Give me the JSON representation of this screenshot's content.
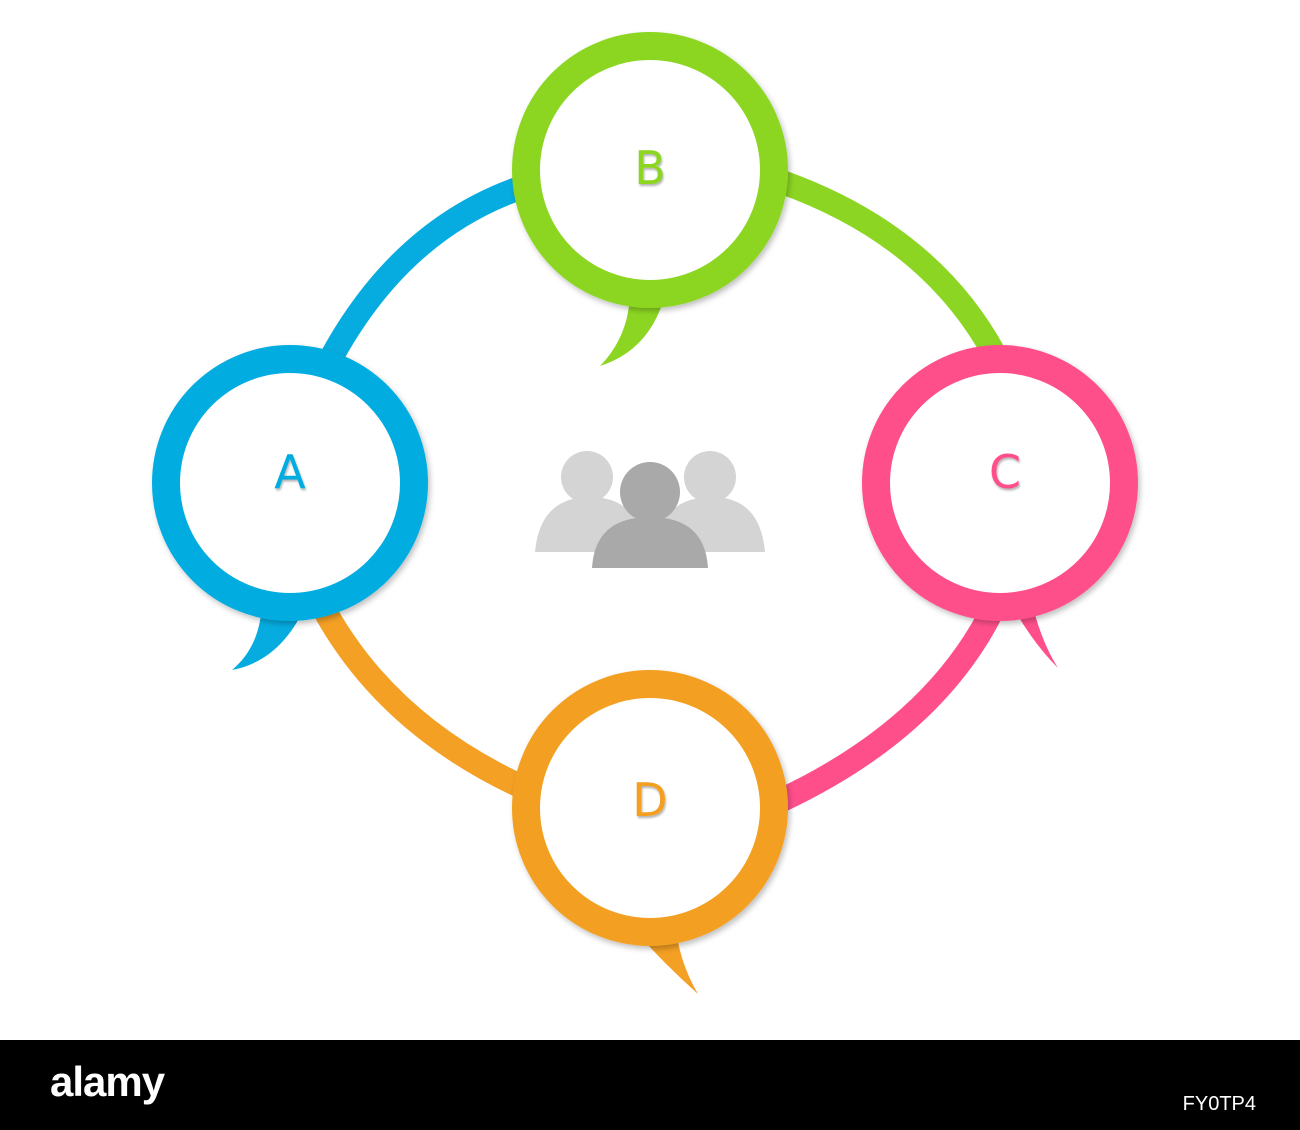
{
  "diagram": {
    "nodes": [
      {
        "id": "A",
        "label": "A",
        "color": "#06ace0"
      },
      {
        "id": "B",
        "label": "B",
        "color": "#8cd623"
      },
      {
        "id": "C",
        "label": "C",
        "color": "#ff4f8a"
      },
      {
        "id": "D",
        "label": "D",
        "color": "#f3a024"
      }
    ],
    "center_icon": "group-of-people-icon",
    "people_colors": {
      "back": "#d4d4d4",
      "front": "#a9a9a9"
    }
  },
  "footer": {
    "logo": "alamy",
    "image_id": "FY0TP4"
  }
}
